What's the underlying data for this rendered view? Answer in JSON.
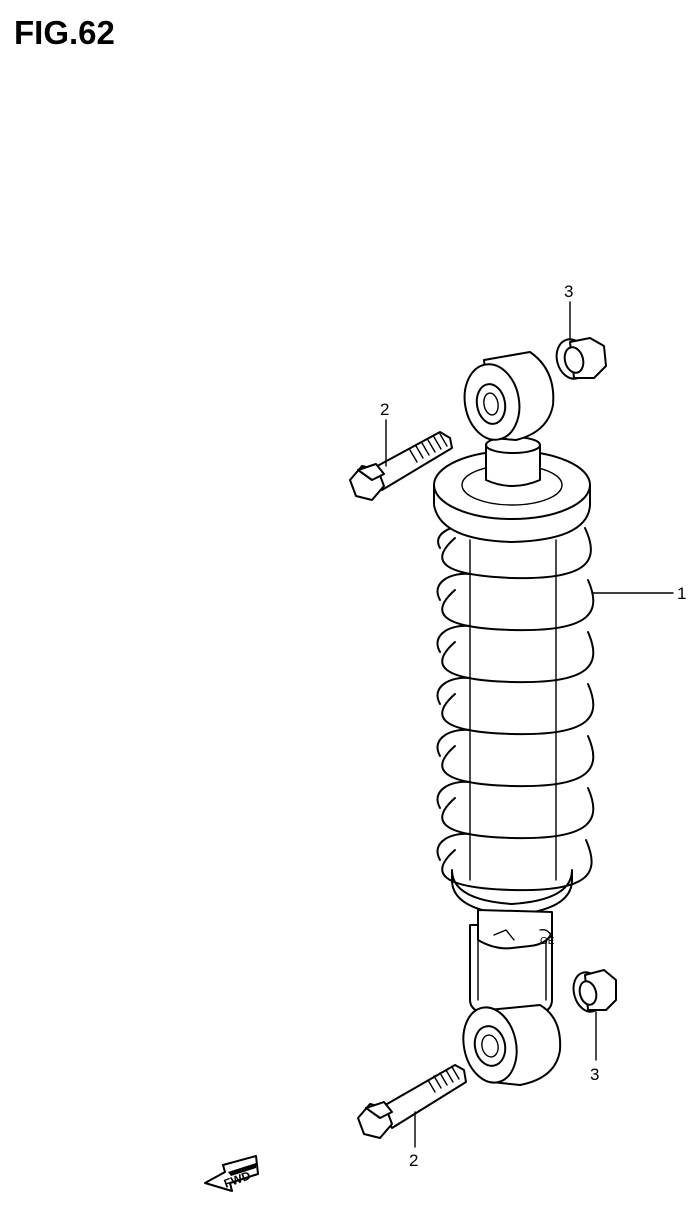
{
  "figure": {
    "title": "FIG.62"
  },
  "callouts": [
    {
      "id": "shock",
      "text": "1"
    },
    {
      "id": "bolt-upper",
      "text": "2"
    },
    {
      "id": "bolt-lower",
      "text": "2"
    },
    {
      "id": "nut-upper",
      "text": "3"
    },
    {
      "id": "nut-lower",
      "text": "3"
    }
  ],
  "direction_marker": {
    "text": "FWD"
  }
}
